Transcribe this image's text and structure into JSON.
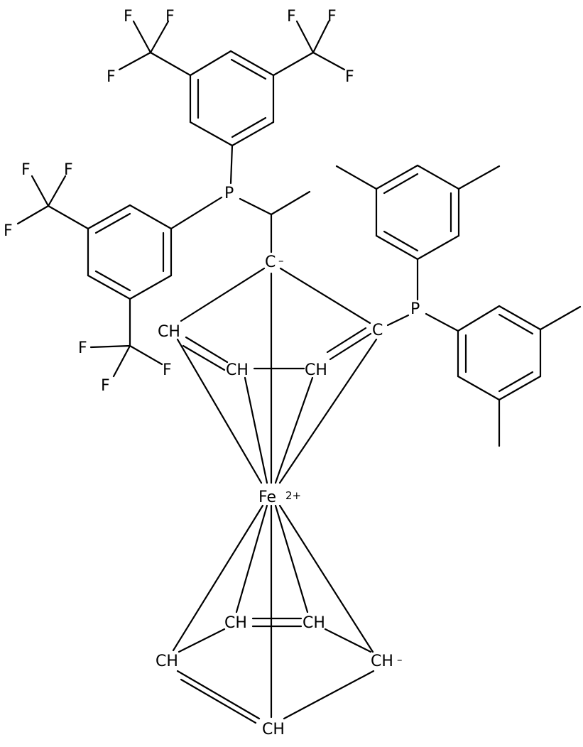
{
  "structure": {
    "atoms": {
      "fluorine": "F",
      "phosphorus": "P",
      "carbanion": "C",
      "sp2_carbon": "C",
      "methine": "CH",
      "iron": "Fe",
      "iron_charge": "2+",
      "negative_charge": "–"
    }
  }
}
